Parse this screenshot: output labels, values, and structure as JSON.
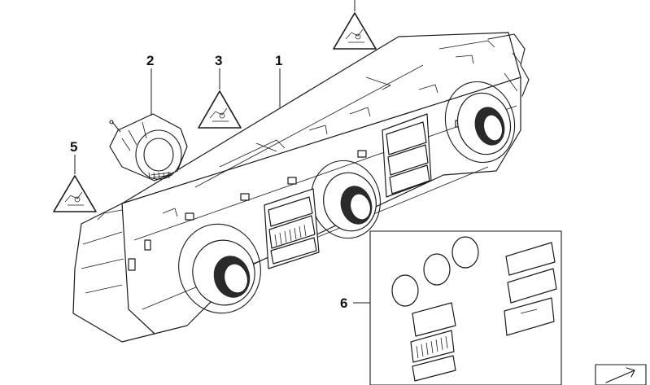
{
  "diagram": {
    "callouts": [
      {
        "id": "1",
        "label": "1"
      },
      {
        "id": "2",
        "label": "2"
      },
      {
        "id": "3",
        "label": "3"
      },
      {
        "id": "5",
        "label": "5"
      },
      {
        "id": "6",
        "label": "6"
      }
    ],
    "warning_symbols": [
      {
        "name": "esd-warning-top"
      },
      {
        "name": "esd-warning-3"
      },
      {
        "name": "esd-warning-5"
      }
    ],
    "colors": {
      "line": "#1a1a1a",
      "background": "#ffffff",
      "knob_dark": "#2a2a2a"
    },
    "icons": {
      "warning": "esd-hand-warning-icon",
      "corner": "arrow-box-icon"
    }
  }
}
